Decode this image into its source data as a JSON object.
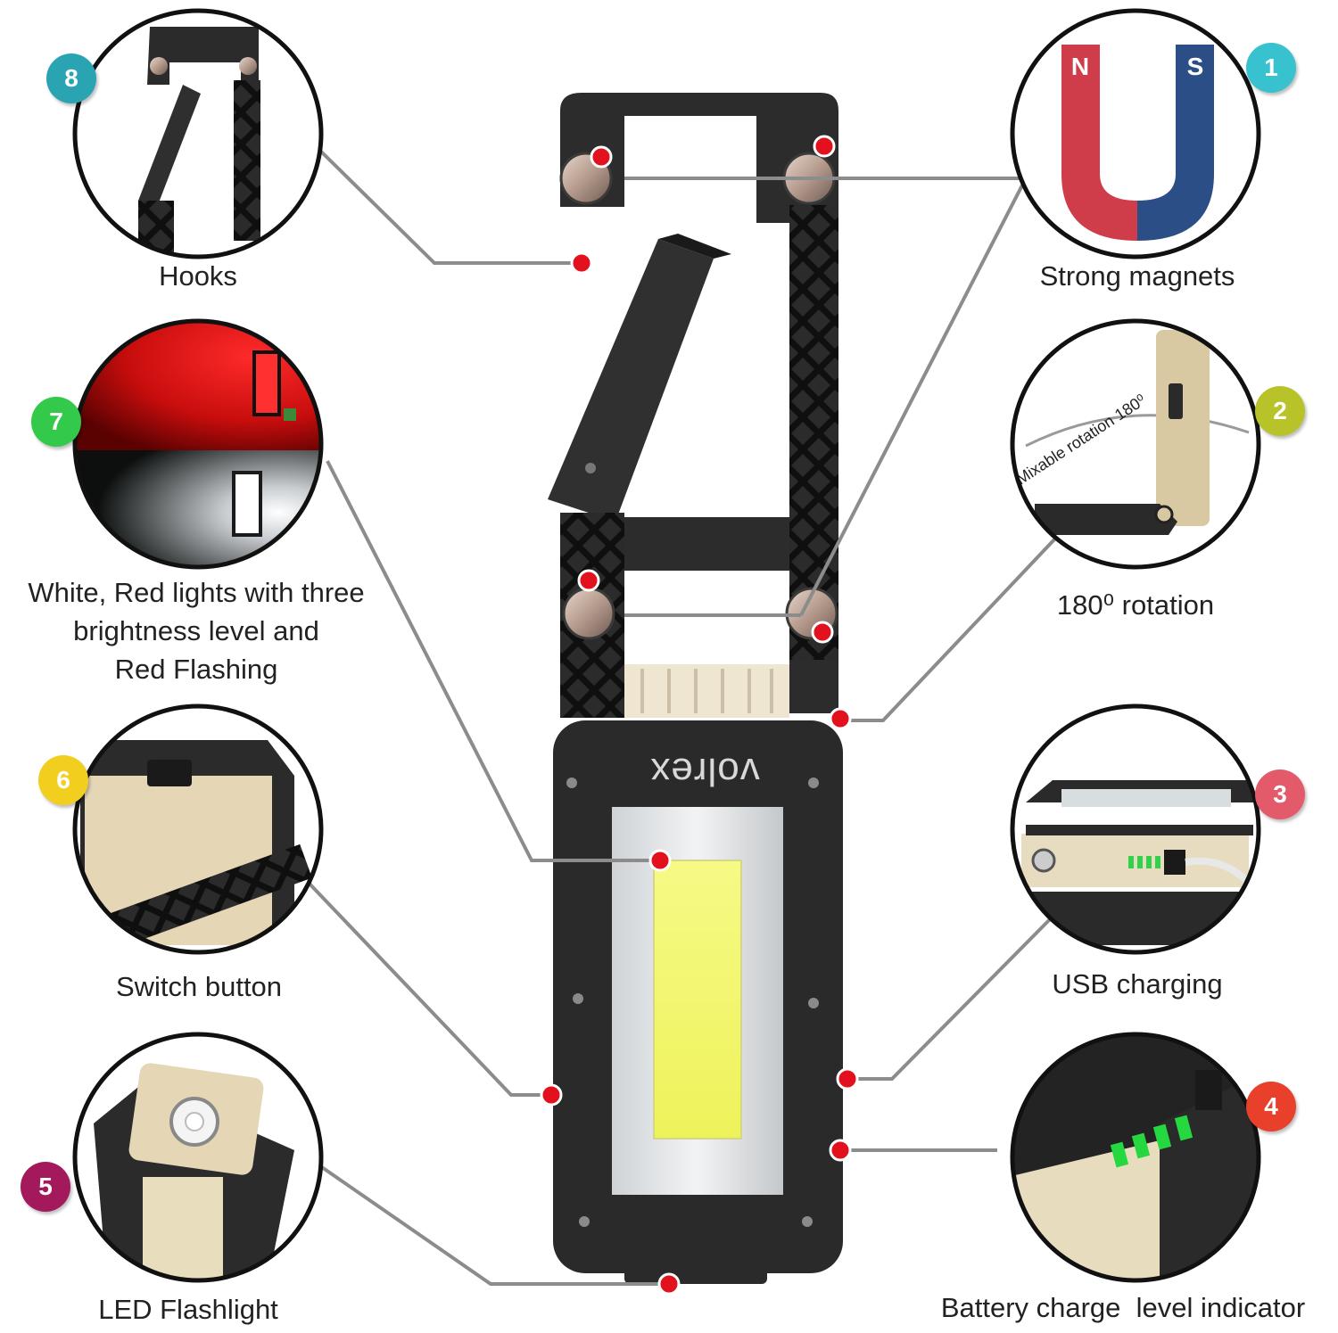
{
  "product": {
    "brand": "volrex"
  },
  "features": [
    {
      "number": "1",
      "label": "Strong magnets",
      "badge_color": "#38c2cf",
      "icon": "horseshoe-magnet-icon",
      "poles": [
        "N",
        "S"
      ]
    },
    {
      "number": "2",
      "label": "180⁰ rotation",
      "badge_color": "#b8c32a",
      "inset_text": "Mixable rotation 180⁰"
    },
    {
      "number": "3",
      "label": "USB charging",
      "badge_color": "#e35a6a"
    },
    {
      "number": "4",
      "label": "Battery charge  level indicator",
      "badge_color": "#e8402a"
    },
    {
      "number": "5",
      "label": "LED Flashlight",
      "badge_color": "#a3195b"
    },
    {
      "number": "6",
      "label": "Switch button",
      "badge_color": "#f2cf1f"
    },
    {
      "number": "7",
      "label": "White, Red lights with three\nbrightness level and\nRed Flashing",
      "badge_color": "#33c94a"
    },
    {
      "number": "8",
      "label": "Hooks",
      "badge_color": "#2aa4b2"
    }
  ],
  "colors": {
    "callout_dot": "#e3101e",
    "leader_line": "#8c8c8c",
    "body": "#2a2a2a",
    "cob_light": "#f4f76a"
  }
}
